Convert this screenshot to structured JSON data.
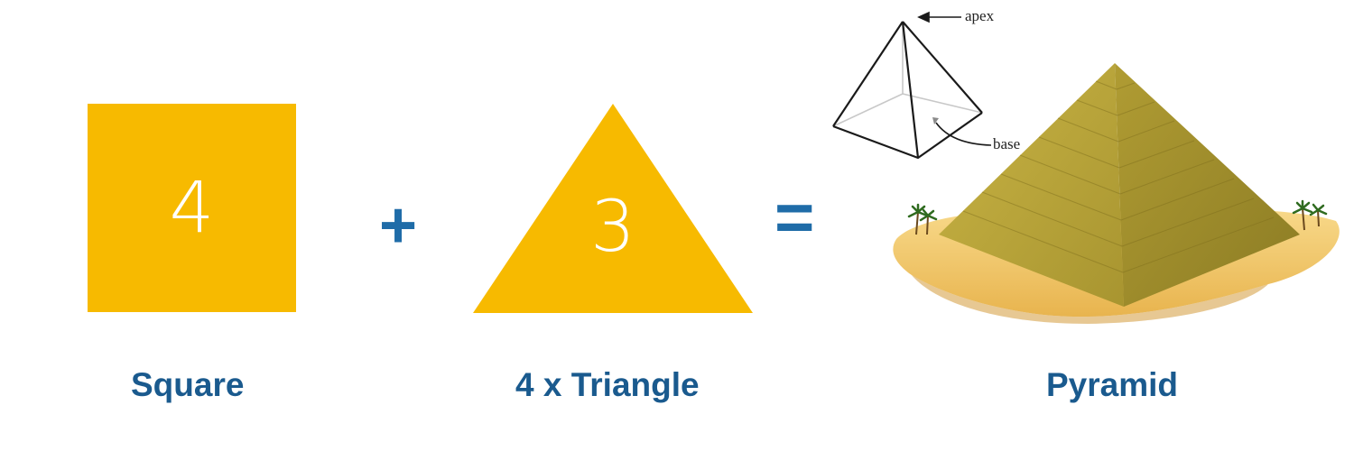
{
  "square": {
    "number": "4",
    "caption": "Square"
  },
  "operators": {
    "plus": "+",
    "equals": "="
  },
  "triangle": {
    "number": "3",
    "caption": "4 x Triangle"
  },
  "pyramid": {
    "caption": "Pyramid",
    "apex_label": "apex",
    "base_label": "base"
  },
  "colors": {
    "shape_fill": "#F7BA00",
    "operator": "#1F6CA8",
    "caption": "#1A5A8E",
    "sand": "#F2C865",
    "pyramid": "#B4A133"
  }
}
